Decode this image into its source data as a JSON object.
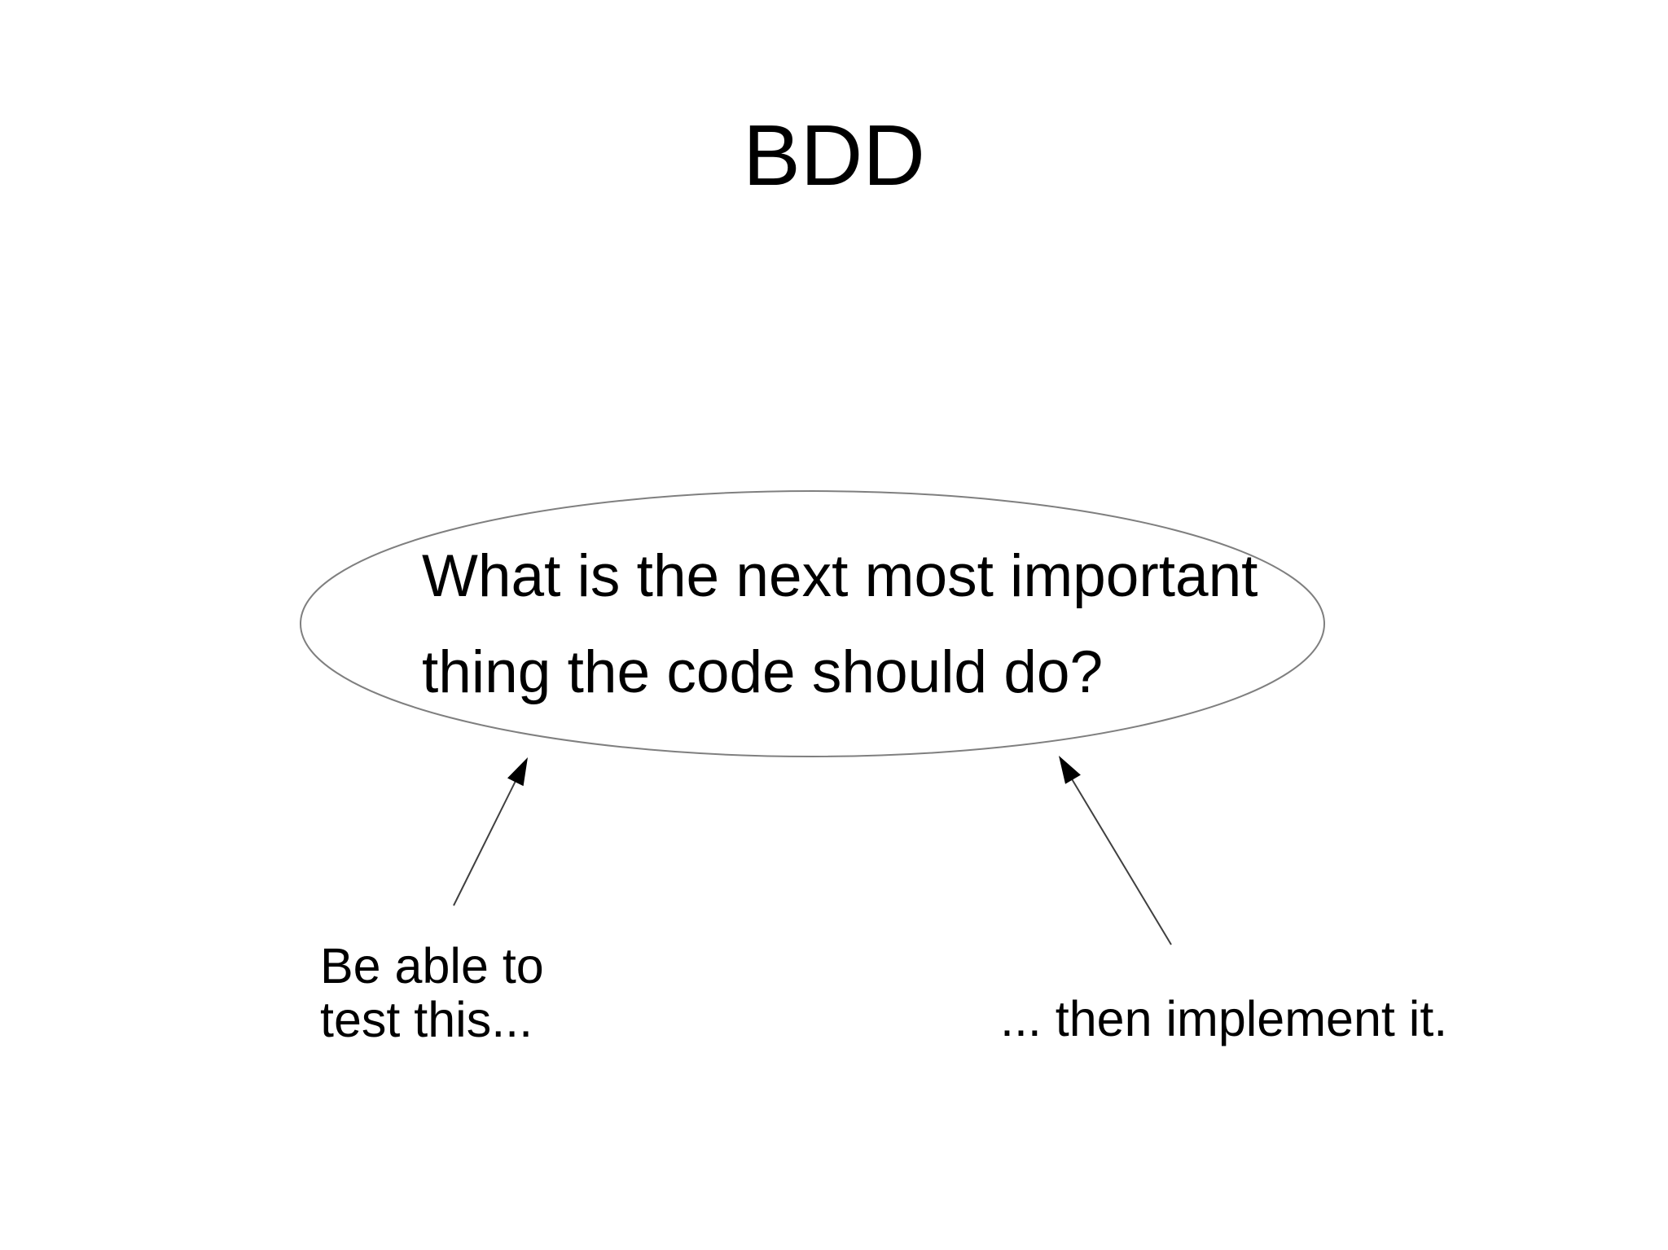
{
  "title": "BDD",
  "bubble": {
    "line1": "What is the next most important",
    "line2": "thing the code should do?"
  },
  "labels": {
    "left_line1": "Be able to",
    "left_line2": "test this...",
    "right": "... then implement it."
  },
  "colors": {
    "background": "#ffffff",
    "text": "#000000",
    "ellipse_stroke": "#7f7f7f",
    "arrow_line": "#404040",
    "arrow_head": "#000000"
  }
}
